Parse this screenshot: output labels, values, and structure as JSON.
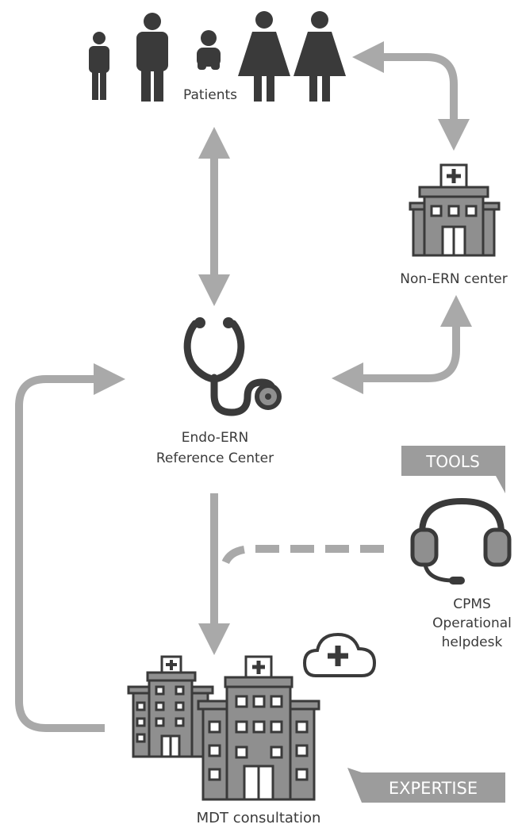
{
  "labels": {
    "patients": "Patients",
    "non_ern_center": "Non-ERN center",
    "reference_center_line1": "Endo-ERN",
    "reference_center_line2": "Reference Center",
    "helpdesk_line1": "CPMS",
    "helpdesk_line2": "Operational",
    "helpdesk_line3": "helpdesk",
    "mdt": "MDT consultation"
  },
  "tags": {
    "tools": "TOOLS",
    "expertise": "EXPERTISE"
  },
  "colors": {
    "arrow": "#a9a9a9",
    "icon_dark": "#3a3a3a",
    "building_fill": "#8f8f8f",
    "tag_fill": "#9c9c9c",
    "text": "#3a3a3a"
  },
  "icons": [
    "patients-icon",
    "hospital-icon",
    "stethoscope-icon",
    "headset-icon",
    "cloud-plus-icon"
  ]
}
